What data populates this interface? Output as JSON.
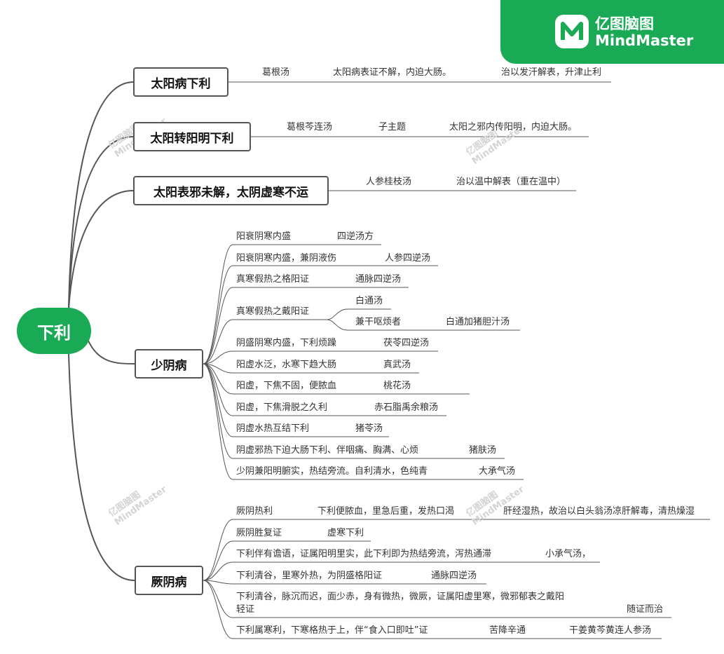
{
  "brand": {
    "cn": "亿图脑图",
    "en": "MindMaster"
  },
  "watermark": {
    "cn": "亿图脑图",
    "en": "MindMaster"
  },
  "root": {
    "label": "下利"
  },
  "b1": {
    "label": "太阳病下利",
    "c1": "葛根汤",
    "c2": "太阳病表证不解，内迫大肠。",
    "c3": "治以发汗解表，升津止利"
  },
  "b2": {
    "label": "太阳转阳明下利",
    "c1": "葛根芩连汤",
    "c2": "子主题",
    "c3": "太阳之邪内传阳明，内迫大肠。"
  },
  "b3": {
    "label": "太阳表邪未解，太阴虚寒不运",
    "c1": "人参桂枝汤",
    "c2": "治以温中解表（重在温中）"
  },
  "b4": {
    "label": "少阴病",
    "items": [
      {
        "a": "阳衰阴寒内盛",
        "b": "四逆汤方"
      },
      {
        "a": "阳衰阴寒内盛，兼阴液伤",
        "b": "人参四逆汤"
      },
      {
        "a": "真寒假热之格阳证",
        "b": "通脉四逆汤"
      },
      {
        "a": "真寒假热之戴阳证",
        "b": "白通汤",
        "c": "兼干呕烦者",
        "d": "白通加猪胆汁汤"
      },
      {
        "a": "阴盛阴寒内盛，下利烦躁",
        "b": "茯苓四逆汤"
      },
      {
        "a": "阳虚水泛，水寒下趋大肠",
        "b": "真武汤"
      },
      {
        "a": "阳虚，下焦不固，便脓血",
        "b": "桃花汤"
      },
      {
        "a": "阳虚，下焦滑脱之久利",
        "b": "赤石脂禹余粮汤"
      },
      {
        "a": "阴虚水热互结下利",
        "b": "猪苓汤"
      },
      {
        "a": "阴虚邪热下迫大肠下利、伴咽痛、胸满、心烦",
        "b": "猪肤汤"
      },
      {
        "a": "少阴兼阳明腑实，热结旁流。自利清水，色纯青",
        "b": "大承气汤"
      }
    ]
  },
  "b5": {
    "label": "厥阴病",
    "items": [
      {
        "a": "厥阴热利",
        "b": "下利便脓血，里急后重，发热口渴",
        "c": "肝经湿热，故治以白头翁汤凉肝解毒，清热燥湿"
      },
      {
        "a": "厥阴胜复证",
        "b": "虚寒下利"
      },
      {
        "a": "下利伴有谵语，证属阳明里实，此下利即为热结旁流，泻热通滞",
        "b": "小承气汤，"
      },
      {
        "a": "下利清谷，里寒外热，为阴盛格阳证",
        "b": "通脉四逆汤"
      },
      {
        "a": "下利清谷，脉沉而迟，面少赤，身有微热，微厥，证属阳虚里寒，微邪郁表之戴阳",
        "a2": "轻证",
        "b": "随证而治"
      },
      {
        "a": "下利属寒利，下寒格热于上，伴“食入口即吐”证",
        "b": "苦降辛通",
        "c": "干姜黄芩黄连人参汤"
      }
    ]
  }
}
